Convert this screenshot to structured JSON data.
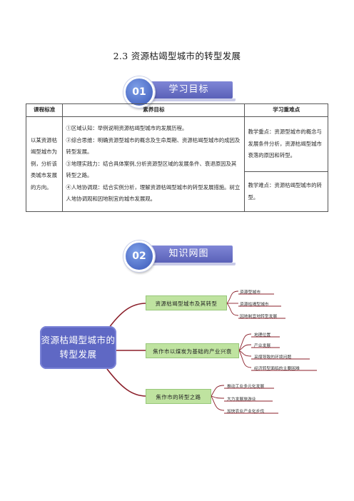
{
  "doc": {
    "title": "2.3  资源枯竭型城市的转型发展"
  },
  "section1": {
    "badge": "01",
    "label": "学习目标"
  },
  "table": {
    "headers": [
      "课程标准",
      "素养目标",
      "学习重难点"
    ],
    "standard": "以某资源枯竭型城市为例，分析该类城市发展的方向。",
    "goals": [
      "①区域认知：举例说明资源枯竭型城市的发展历程。",
      "②综合思维：明确资源型城市的概念及生命周期、资源枯竭型城市的成因及转型发展。",
      "③地理实践力：结合具体案例,分析资源型区域的发展条件、衰退原因及其转型之路。",
      "④人地协调观：结合实例分析，理解资源枯竭型城市的转型发展措施。树立人地协调观和因地制宜的城市发展观。"
    ],
    "key_point": "教学重点：资源型城市的概念与发展条件分析，资源枯竭型城市衰落的原因和转型。",
    "difficult_point": "教学难点：资源枯竭型城市的转型。"
  },
  "section2": {
    "badge": "02",
    "label": "知识网图"
  },
  "mindmap": {
    "root": "资源枯竭型城市的转型发展",
    "branches": [
      {
        "label": "资源枯竭型城市及其转型",
        "leaves": [
          "资源型城市",
          "资源枯竭型城市",
          "因地制宜地转型发展"
        ]
      },
      {
        "label": "焦作市以煤炭为基础的产业兴衰",
        "leaves": [
          "地理位置",
          "产业发展",
          "采煤导致的环境问题",
          "经济转型面临的主要困难"
        ]
      },
      {
        "label": "焦作市的转型之路",
        "leaves": [
          "推动工业多元化发展",
          "大力发展旅游业",
          "加快农业产业化步伐"
        ]
      }
    ],
    "colors": {
      "root": "#5f68c4",
      "branch": "#bfe3a0",
      "line": "#8b1f2a"
    }
  }
}
